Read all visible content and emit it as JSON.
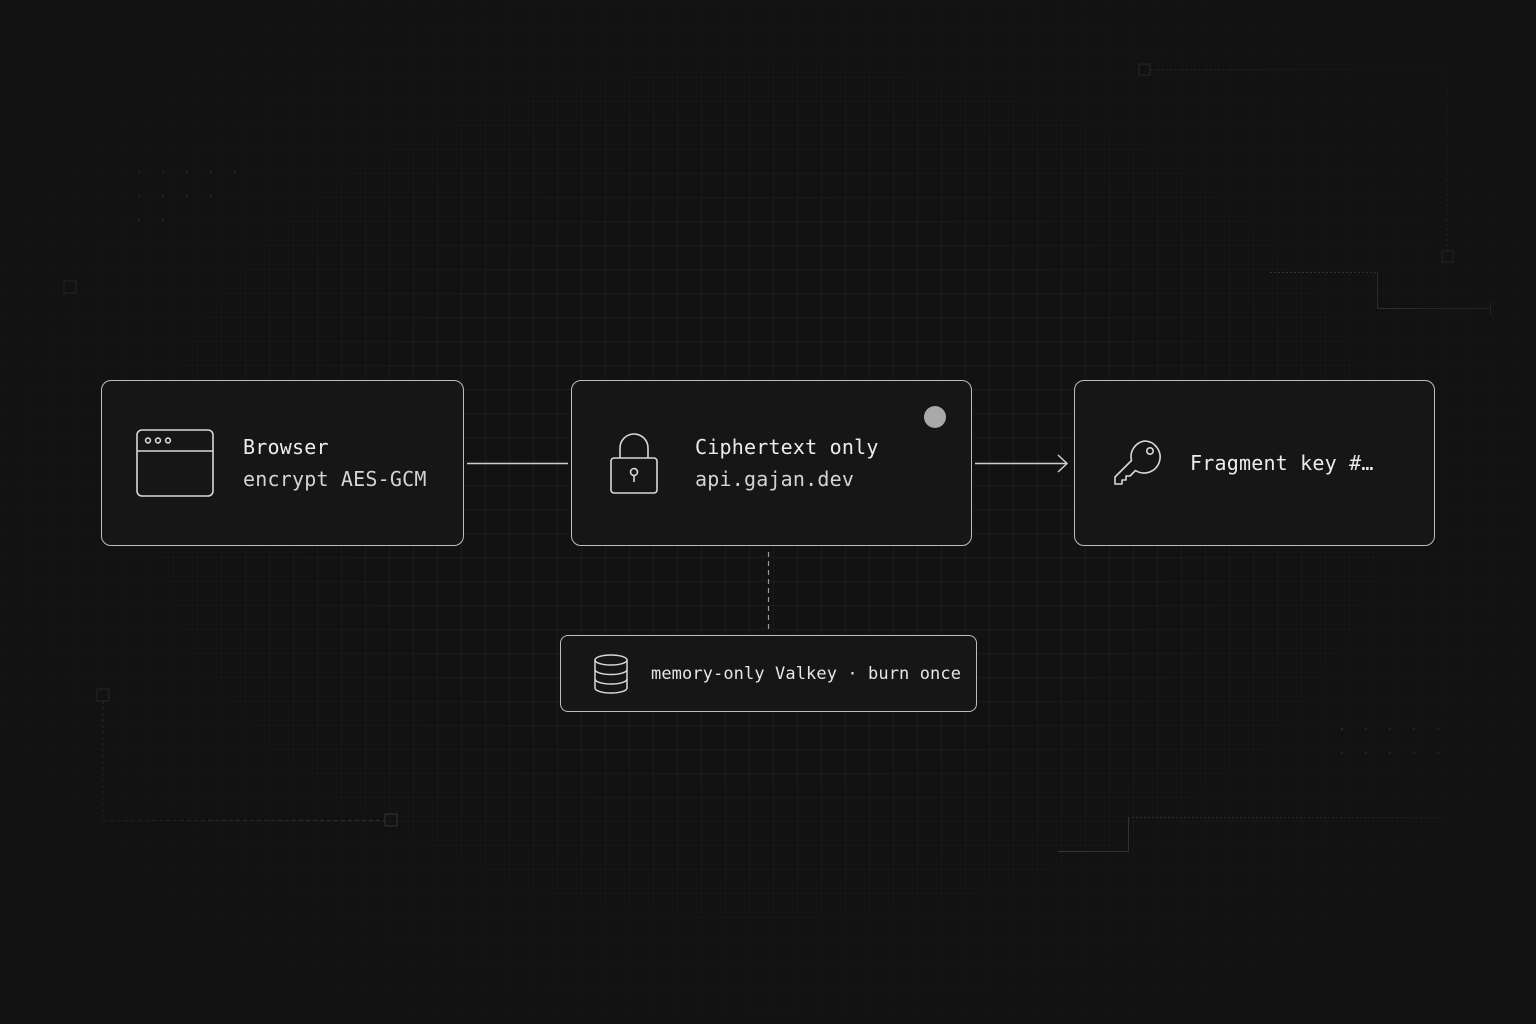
{
  "diagram": {
    "nodes": {
      "browser": {
        "icon": "browser-window-icon",
        "title": "Browser",
        "subtitle": "encrypt AES-GCM"
      },
      "ciphertext": {
        "icon": "padlock-icon",
        "title": "Ciphertext only",
        "subtitle": "api.gajan.dev"
      },
      "fragment": {
        "icon": "key-icon",
        "title": "Fragment key #…"
      },
      "storage": {
        "icon": "database-icon",
        "label": "memory-only Valkey · burn once"
      }
    },
    "edges": [
      {
        "from": "browser",
        "to": "ciphertext",
        "style": "solid"
      },
      {
        "from": "ciphertext",
        "to": "fragment",
        "style": "solid-arrow"
      },
      {
        "from": "ciphertext",
        "to": "storage",
        "style": "dashed"
      }
    ],
    "colors": {
      "background": "#121212",
      "node_fill": "#161616",
      "node_border": "#bdbdbd",
      "text": "#ececec",
      "status_dot": "#a9a9a9"
    }
  }
}
